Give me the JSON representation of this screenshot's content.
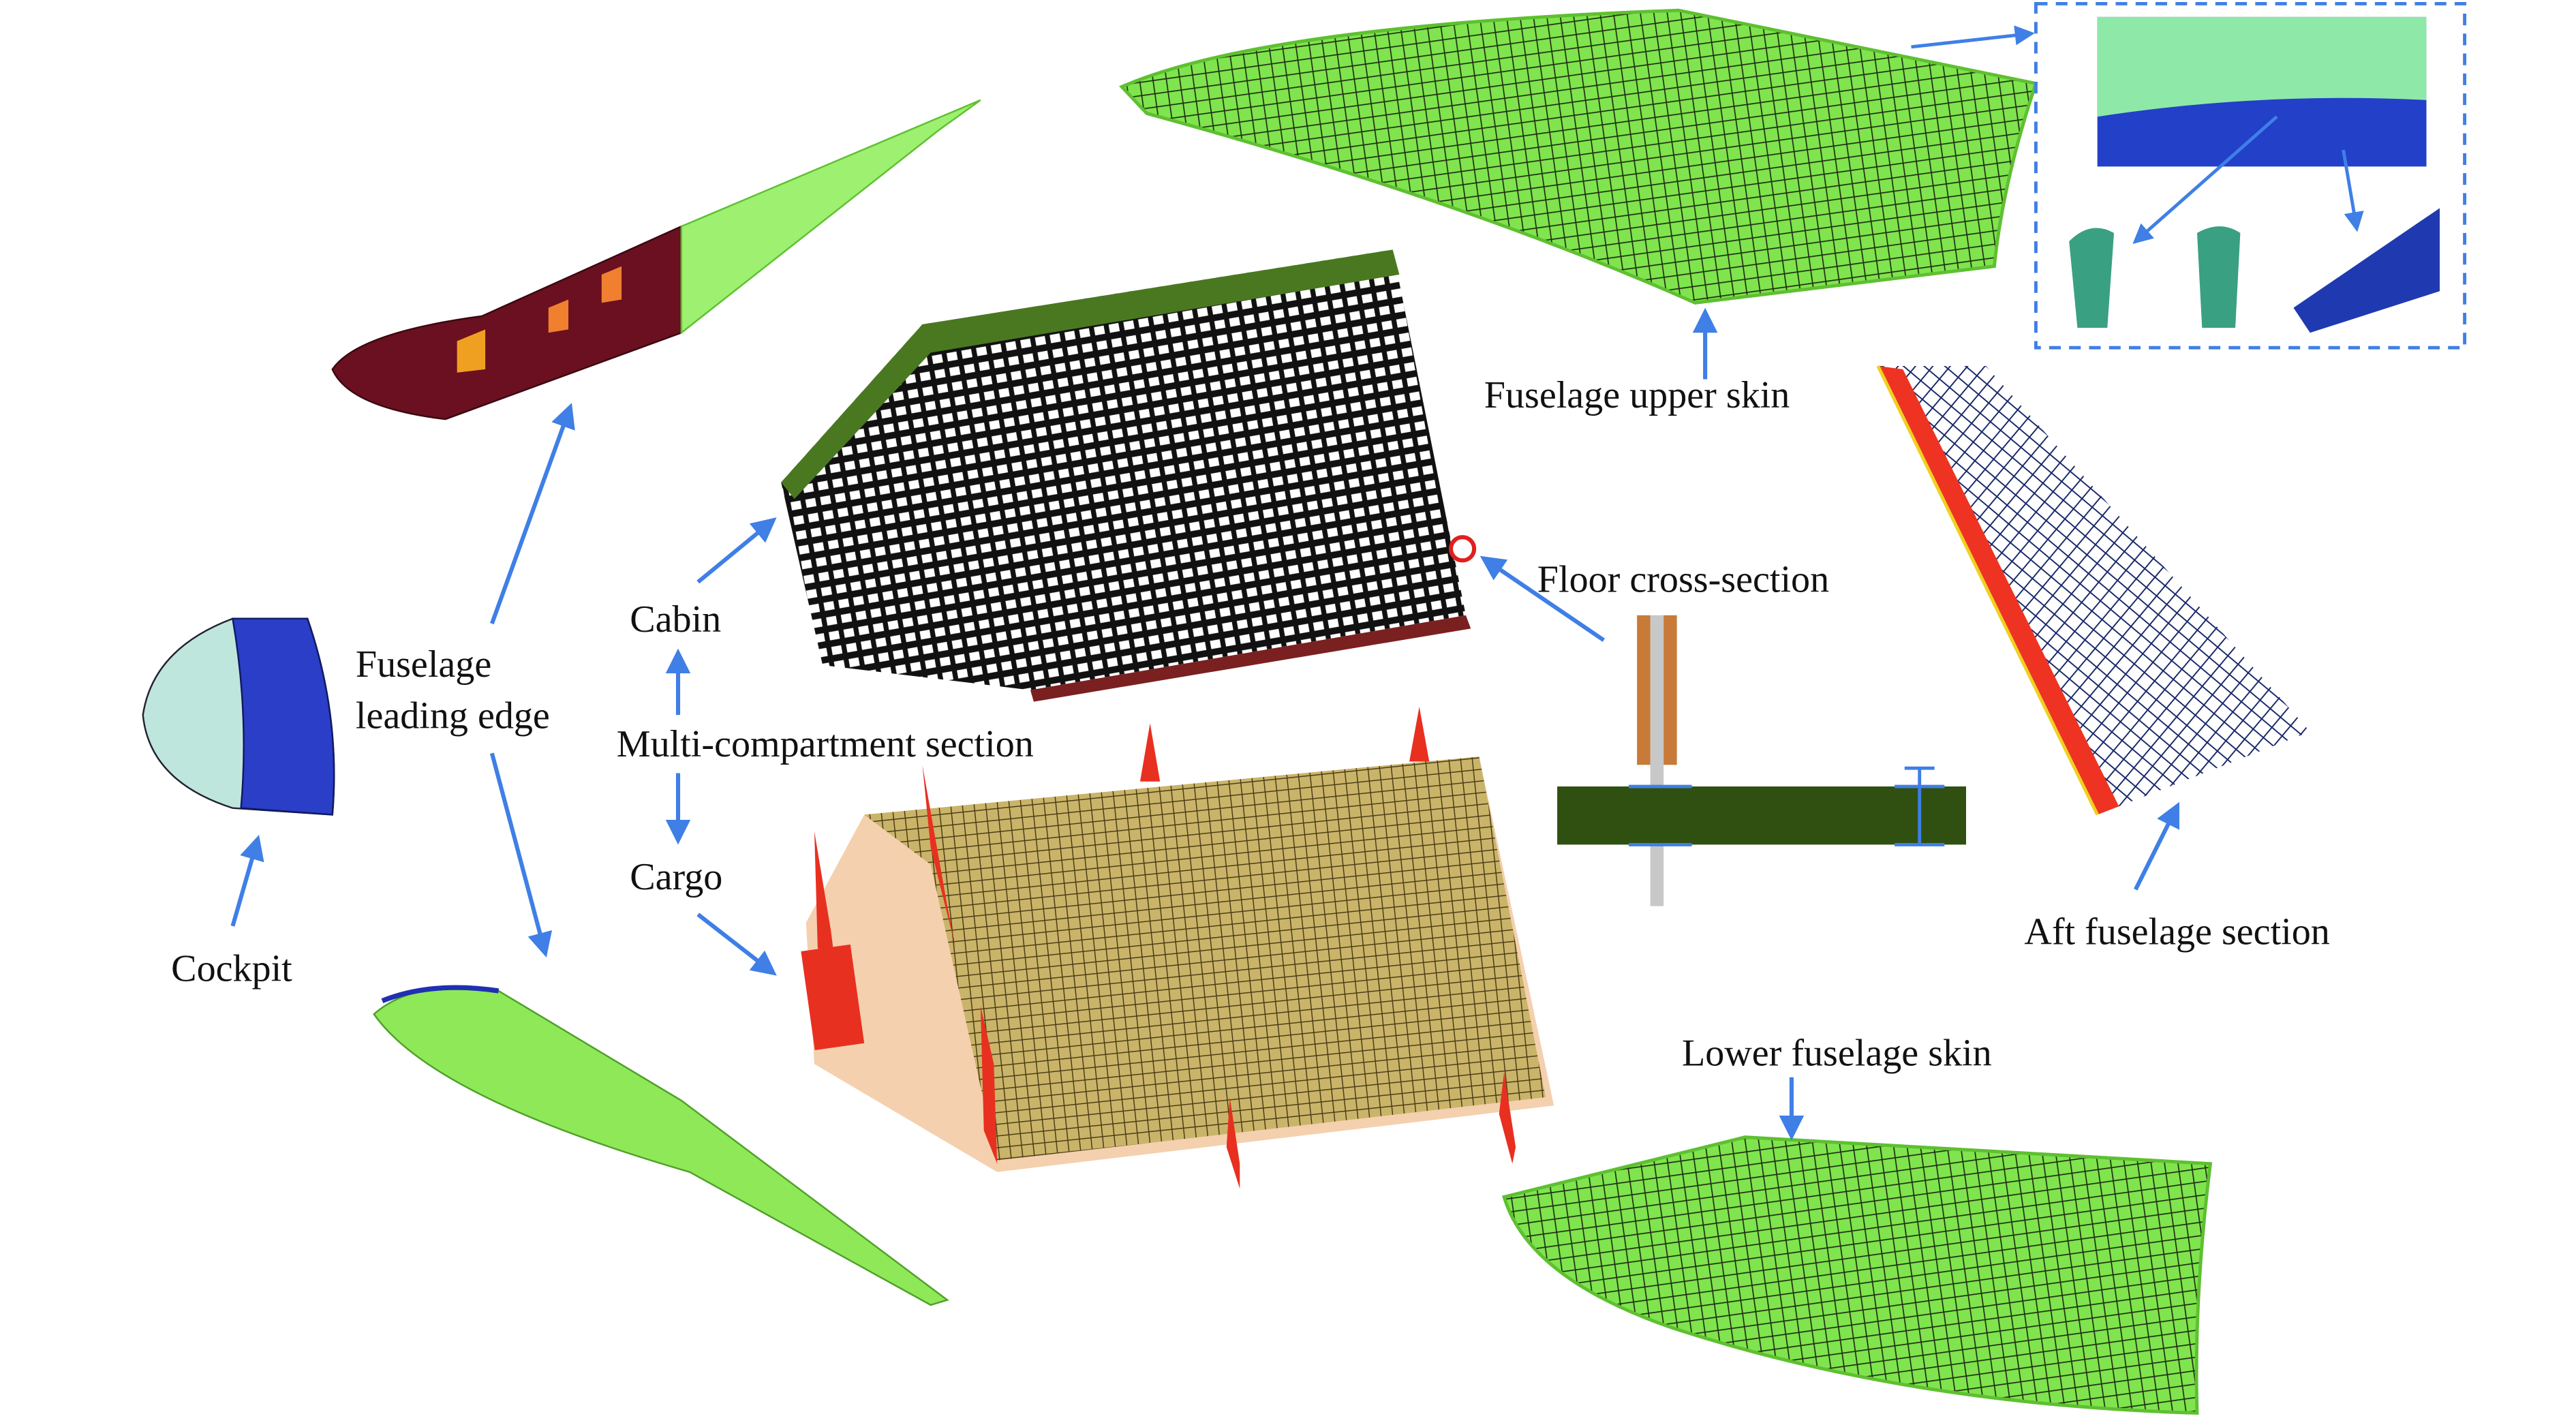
{
  "labels": {
    "upper_skin": "Fuselage upper skin",
    "cabin": "Cabin",
    "floor": "Floor cross-section",
    "leading_edge_1": "Fuselage",
    "leading_edge_2": "leading edge",
    "multi": "Multi-compartment section",
    "cargo": "Cargo",
    "cockpit": "Cockpit",
    "aft": "Aft fuselage section",
    "lower_skin": "Lower fuselage skin"
  },
  "colors": {
    "arrow": "#3f7fe6",
    "skin_green": "#8ef05a",
    "frame_red": "#ee3322",
    "dark_green": "#3d5a10",
    "navy": "#1f3aa8",
    "tan": "#b8a86a"
  }
}
